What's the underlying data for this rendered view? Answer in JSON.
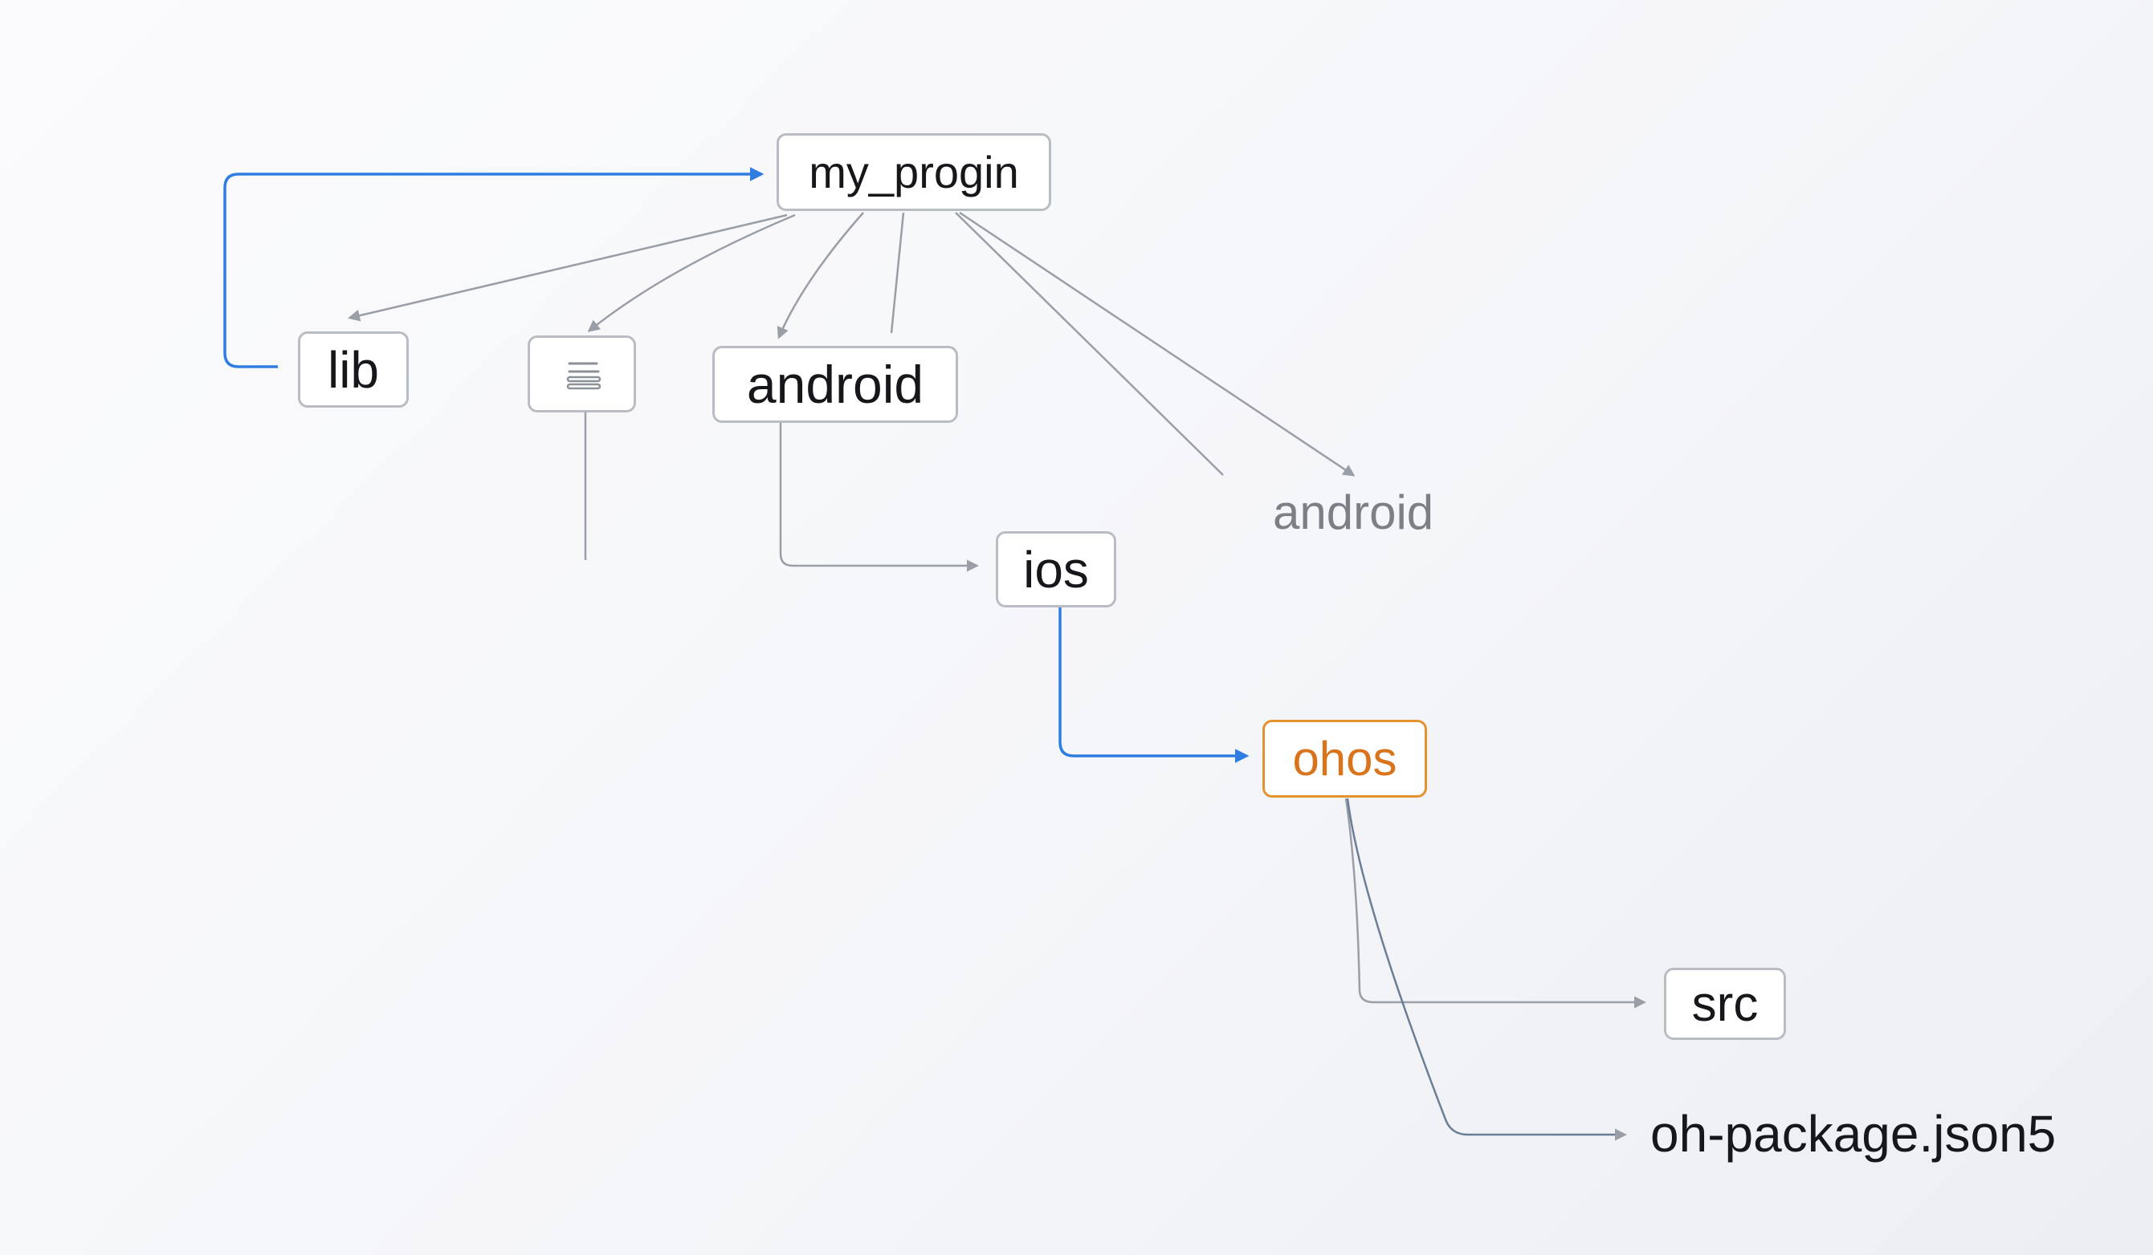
{
  "diagram": {
    "nodes": {
      "root": "my_progin",
      "lib": "lib",
      "android": "android",
      "android_faded": "android",
      "ios": "ios",
      "ohos": "ohos",
      "src": "src",
      "oh_package": "oh-package.json5"
    },
    "icons": {
      "file_node": "document-lines-icon"
    },
    "colors": {
      "accent_blue": "#2f7de1",
      "connector_gray": "#9a9ea6",
      "highlight_orange": "#e3922f",
      "node_border": "#b9bcc3"
    }
  }
}
